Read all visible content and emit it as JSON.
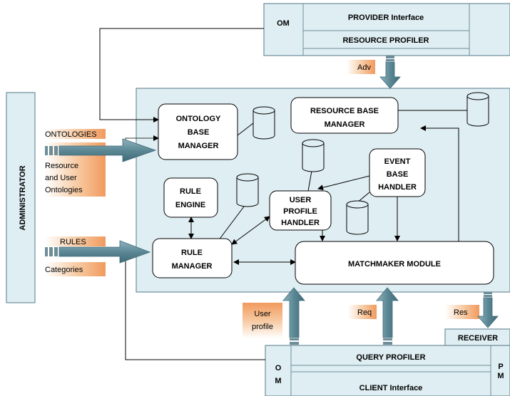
{
  "administrator": {
    "label": "ADMINISTRATOR"
  },
  "provider": {
    "om": "OM",
    "title": "PROVIDER Interface",
    "resource_profiler": "RESOURCE PROFILER",
    "adv": "Adv"
  },
  "ontologies": {
    "tag": "ONTOLOGIES",
    "desc_line1": "Resource",
    "desc_line2": "and User",
    "desc_line3": "Ontologies"
  },
  "rules": {
    "tag": "RULES",
    "desc": "Categories"
  },
  "modules": {
    "ontology_line1": "ONTOLOGY",
    "ontology_line2": "BASE",
    "ontology_line3": "MANAGER",
    "resource_line1": "RESOURCE BASE",
    "resource_line2": "MANAGER",
    "event_line1": "EVENT",
    "event_line2": "BASE",
    "event_line3": "HANDLER",
    "rule_engine_line1": "RULE",
    "rule_engine_line2": "ENGINE",
    "user_profile_line1": "USER",
    "user_profile_line2": "PROFILE",
    "user_profile_line3": "HANDLER",
    "rule_manager_line1": "RULE",
    "rule_manager_line2": "MANAGER",
    "matchmaker": "MATCHMAKER MODULE"
  },
  "client": {
    "query_profiler": "QUERY PROFILER",
    "title": "CLIENT Interface",
    "om_left_line1": "O",
    "om_left_line2": "M",
    "pm_right_line1": "P",
    "pm_right_line2": "M",
    "receiver": "RECEIVER"
  },
  "flows": {
    "user_profile_line1": "User",
    "user_profile_line2": "profile",
    "req": "Req",
    "res": "Res"
  }
}
